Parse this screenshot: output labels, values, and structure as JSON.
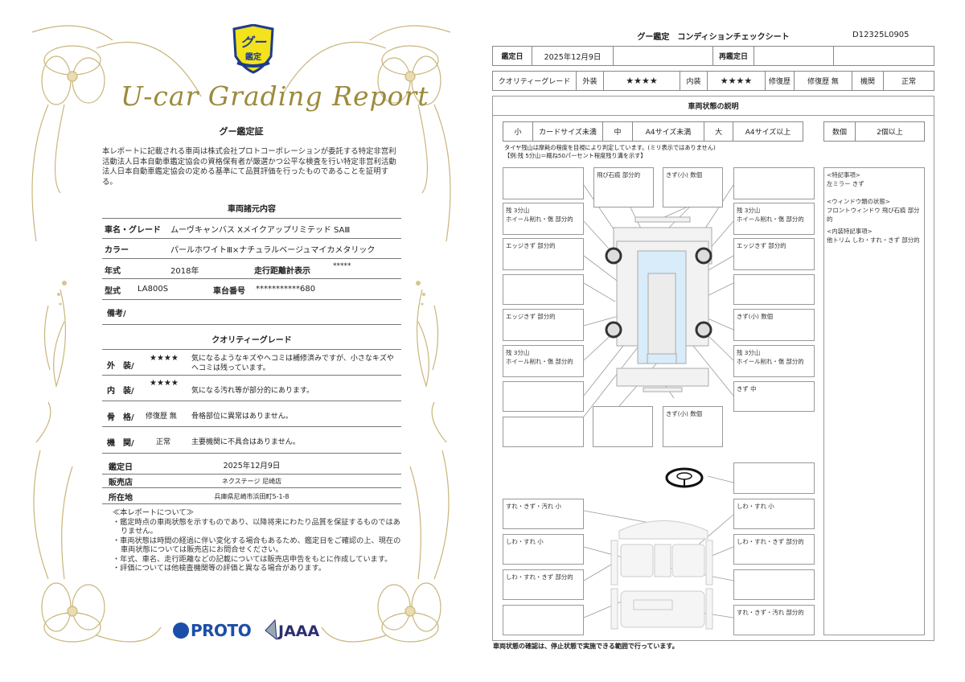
{
  "certificate": {
    "badge_text": "グー\n鑑定",
    "script_title": "U-car Grading Report",
    "subtitle": "グー鑑定証",
    "intro": "本レポートに記載される車両は株式会社プロトコーポレーションが委託する特定非営利活動法人日本自動車鑑定協会の資格保有者が厳選かつ公平な検査を行い特定非営利活動法人日本自動車鑑定協会の定める基準にて品質評価を行ったものであることを証明する。",
    "specs_title": "車両諸元内容",
    "specs": {
      "name_label": "車名・グレード",
      "name_value": "ムーヴキャンバス Xメイクアップリミテッド SAⅢ",
      "color_label": "カラー",
      "color_value": "パールホワイトⅢ×ナチュラルベージュマイカメタリック",
      "year_label": "年式",
      "year_value": "2018年",
      "mileage_label": "走行距離計表示",
      "mileage_value": "*****",
      "model_label": "型式",
      "model_value": "LA800S",
      "chassis_label": "車台番号",
      "chassis_value": "***********680",
      "remarks_label": "備考/"
    },
    "grade_title": "クオリティーグレード",
    "grades": [
      {
        "label": "外　装/",
        "value": "★★★★",
        "desc": "気になるようなキズやヘコミは補修済みですが、小さなキズやヘコミは残っています。"
      },
      {
        "label": "内　装/",
        "value": "★★★★",
        "desc": "気になる汚れ等が部分的にあります。"
      },
      {
        "label": "骨　格/",
        "value": "修復歴 無",
        "desc": "骨格部位に異常はありません。"
      },
      {
        "label": "機　関/",
        "value": "正常",
        "desc": "主要機関に不具合はありません。"
      }
    ],
    "inspection_date_label": "鑑定日",
    "inspection_date": "2025年12月9日",
    "dealer_label": "販売店",
    "dealer": "ネクステージ 尼崎店",
    "address_label": "所在地",
    "address": "兵庫県尼崎市浜田町5-1-8",
    "notes_title": "≪本レポートについて≫",
    "notes": [
      "・鑑定時点の車両状態を示すものであり、以降将来にわたり品質を保証するものではありません。",
      "・車両状態は時間の経過に伴い変化する場合もあるため、鑑定日をご確認の上、現在の車両状態については販売店にお問合せください。",
      "・年式、車名、走行距離などの記載については販売店申告をもとに作成しています。",
      "・評価については他検査機関等の評価と異なる場合があります。"
    ],
    "logo_proto": "PROTO",
    "logo_jaaa": "JAAA"
  },
  "sheet": {
    "title": "グー鑑定　コンディションチェックシート",
    "code": "D12325L0905",
    "inspection_date_label": "鑑定日",
    "inspection_date": "2025年12月9日",
    "reinspection_label": "再鑑定日",
    "reinspection_value": "",
    "quality_label": "クオリティーグレード",
    "exterior_label": "外装",
    "exterior_value": "★★★★",
    "interior_label": "内装",
    "interior_value": "★★★★",
    "repair_label": "修復歴",
    "repair_value": "修復歴 無",
    "engine_label": "機関",
    "engine_value": "正常",
    "condition_title": "車両状態の説明",
    "legend": [
      {
        "key": "小",
        "desc": "カードサイズ未満"
      },
      {
        "key": "中",
        "desc": "A4サイズ未満"
      },
      {
        "key": "大",
        "desc": "A4サイズ以上"
      }
    ],
    "legend_count_key": "数個",
    "legend_count_desc": "2個以上",
    "tire_note_1": "タイヤ残山は摩耗の程度を目視により判定しています。(ミリ表示ではありません)",
    "tire_note_2": "【例:残 5分山＝概ね50パーセント程度残り溝を示す】",
    "exterior_boxes": {
      "l1": "",
      "l2": "残 3分山\nホイール削れ・傷 部分的",
      "l3": "エッジきず 部分的",
      "l4": "",
      "l5": "エッジきず 部分的",
      "l6": "残 3分山\nホイール削れ・傷 部分的",
      "l7": "",
      "l8": "",
      "top1": "飛び石痕 部分的",
      "top2": "きず(小) 数個",
      "bot1": "",
      "bot2": "きず(小) 数個",
      "r1": "",
      "r2": "残 3分山\nホイール削れ・傷 部分的",
      "r3": "エッジきず 部分的",
      "r4": "",
      "r5": "きず(小) 数個",
      "r6": "残 3分山\nホイール削れ・傷 部分的",
      "r7": "きず 中"
    },
    "interior_boxes": {
      "steering": "",
      "l1": "すれ・きず・汚れ 小",
      "l2": "しわ・すれ 小",
      "l3": "しわ・すれ・きず 部分的",
      "l4": "",
      "r1": "しわ・すれ 小",
      "r2": "しわ・すれ・きず 部分的",
      "r3": "",
      "r4": "すれ・きず・汚れ 部分的"
    },
    "special_notes_title": "<特記事項>",
    "special_notes": "左ミラー きず",
    "window_title": "<ウィンドウ類の状態>",
    "window_notes": "フロントウィンドウ 飛び石痕 部分的",
    "interior_notes_title": "<内装特記事項>",
    "interior_notes": "他トリム しわ・すれ・きず 部分的",
    "footer": "車両状態の確認は、停止状態で実施できる範囲で行っています。"
  }
}
